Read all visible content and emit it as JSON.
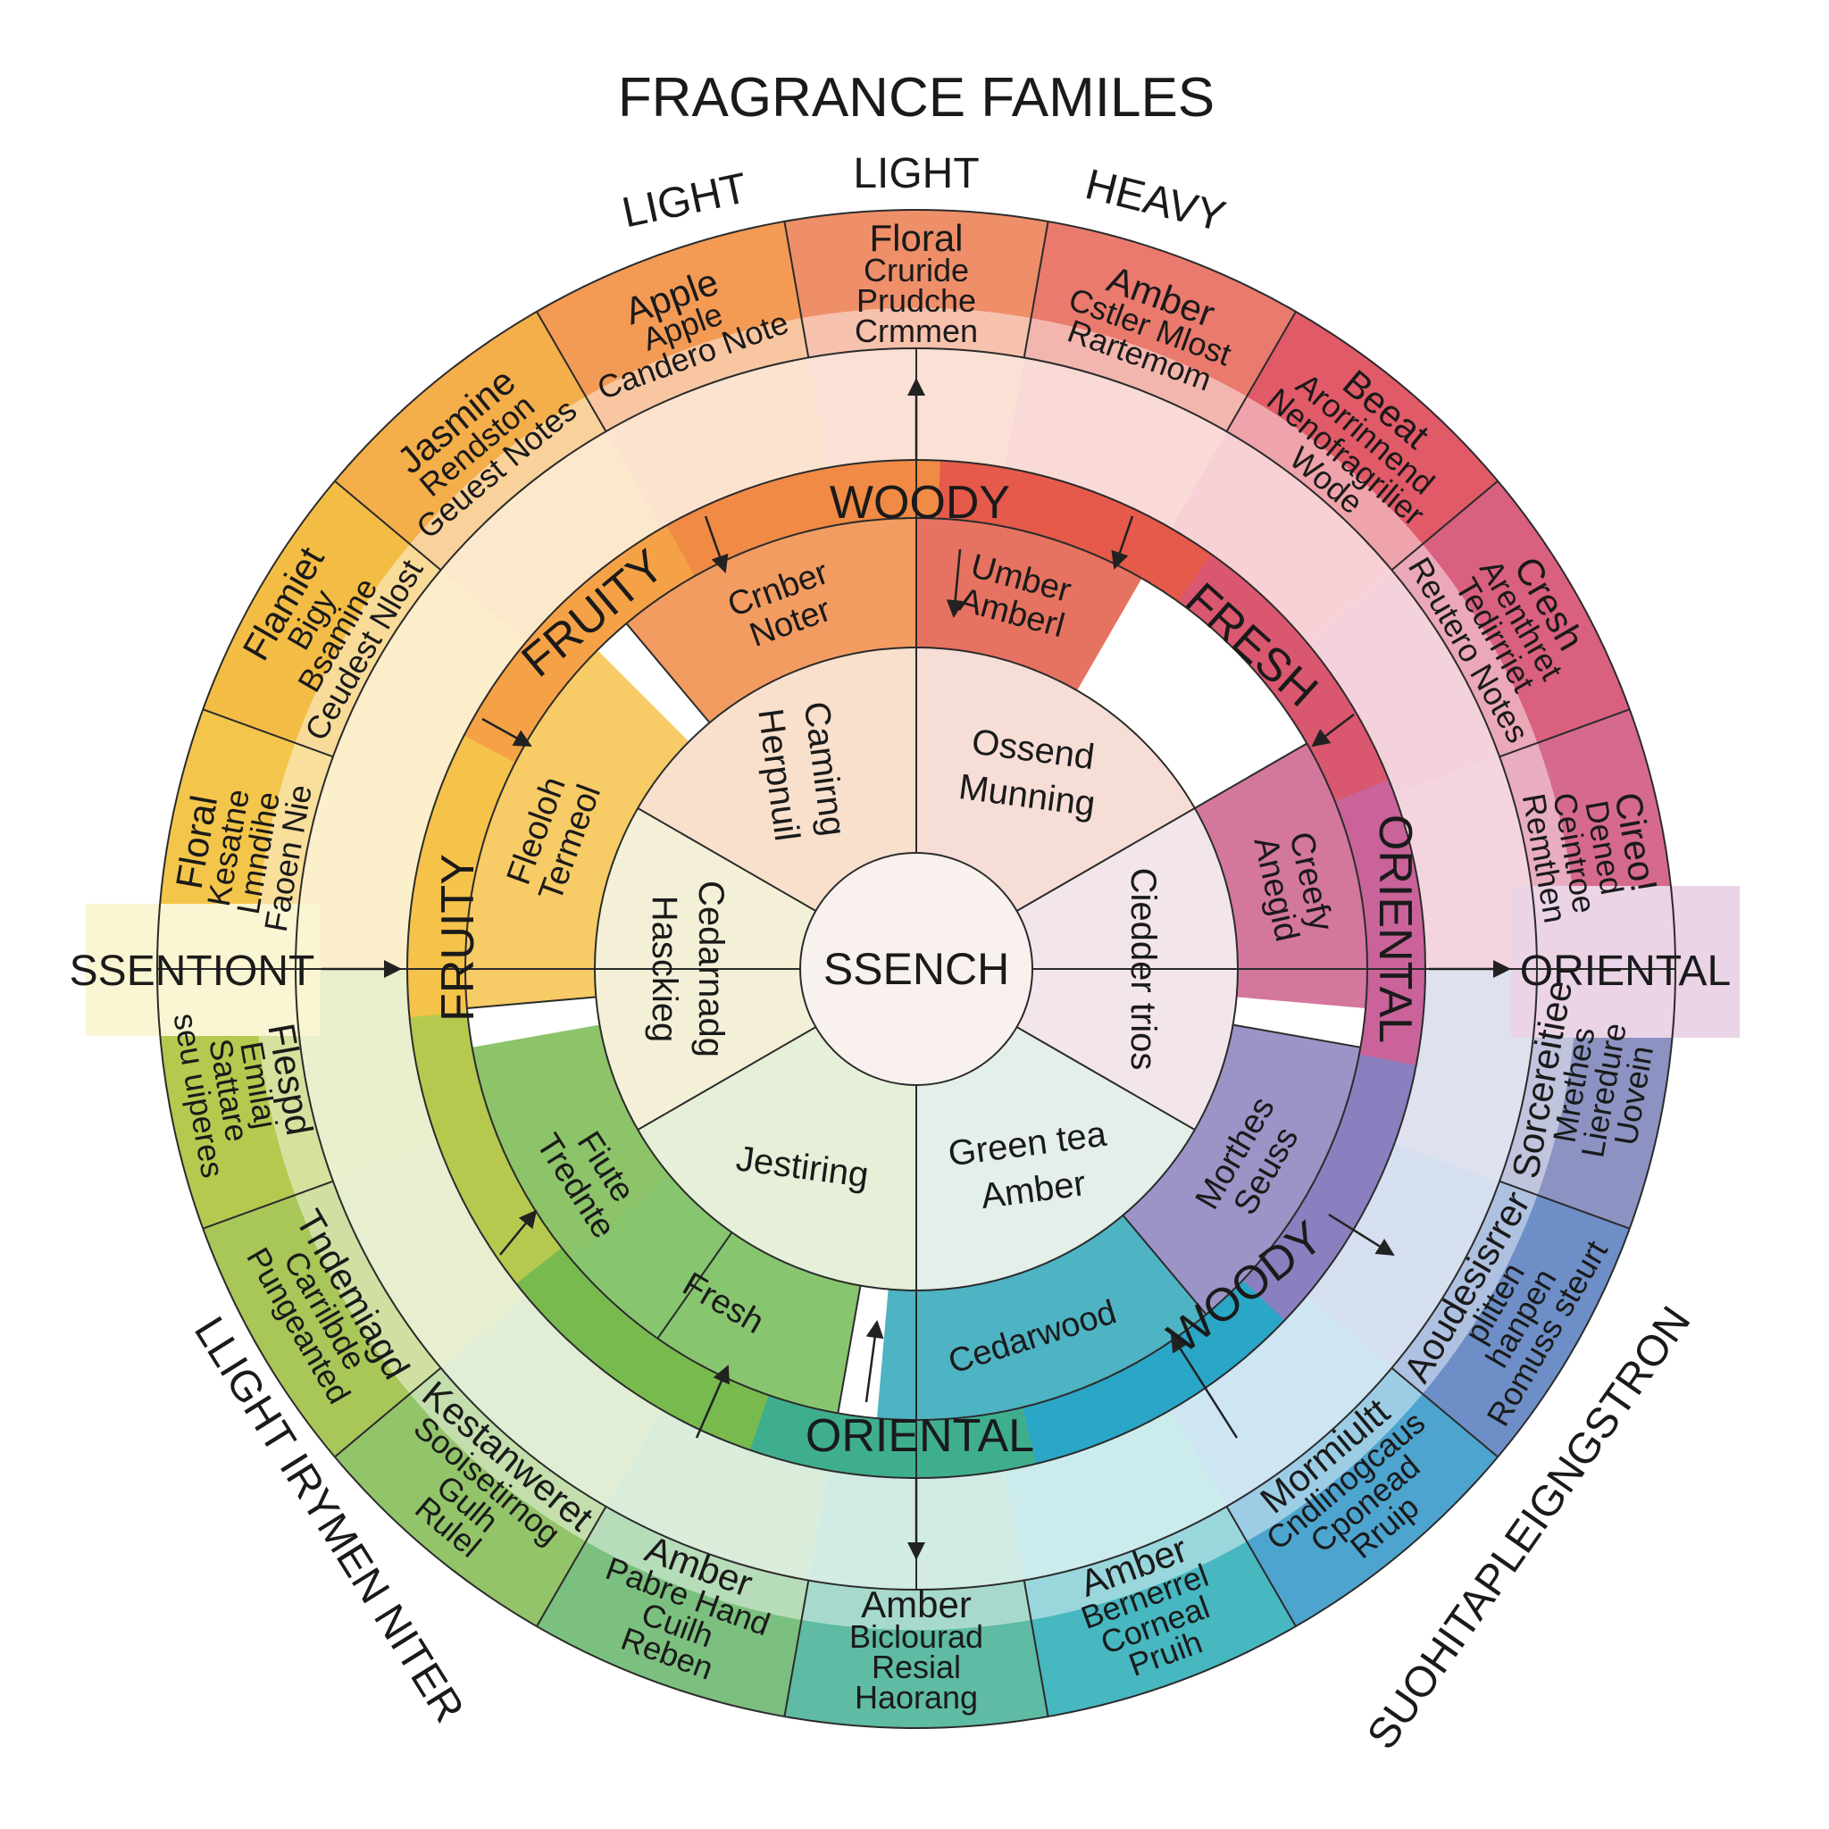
{
  "title": "FRAGRANCE FAMILES",
  "edge_labels": {
    "top_left": "LIGHT",
    "top": "LIGHT",
    "top_right": "HEAVY",
    "bottom_left": "LLIGHT IRYMEN NITER",
    "bottom_right": "SUOHITAPLEIGNGSTRON"
  },
  "side_labels": {
    "left": "SSENTIONT",
    "right": "ORIENTAL"
  },
  "center_label": "SSENCH",
  "ring_labels": [
    "WOODY",
    "FRESH",
    "ORIENTAL",
    "ORIENTAL",
    "WOODY",
    "FRUITY",
    "FRUITY"
  ],
  "outer_segments": [
    {
      "lines": [
        "Floral",
        "Cruride",
        "Prudche",
        "Crmmen"
      ],
      "color": "#ee8f6a"
    },
    {
      "lines": [
        "Amber",
        "Cstler Mlost",
        "Rartemom"
      ],
      "color": "#ea7a6e"
    },
    {
      "lines": [
        "Beeat",
        "Arorrinnend",
        "Nenofragrilier",
        "Wode"
      ],
      "color": "#e15a68"
    },
    {
      "lines": [
        "Cresh",
        "Arenthret",
        "Tedirrriet",
        "Reutero Notes"
      ],
      "color": "#d9607f"
    },
    {
      "lines": [
        "Cireo!",
        "Dened",
        "Ceintroe",
        "Remthen"
      ],
      "color": "#d66a8d"
    },
    {
      "lines": [
        "Sorcereitiee",
        "Mrethes",
        "Lieredure",
        "Uovein"
      ],
      "color": "#8c93c2"
    },
    {
      "lines": [
        "Aoudesisrrer",
        "plitten",
        "hanpen",
        "Romuss steurt"
      ],
      "color": "#6d8ec6"
    },
    {
      "lines": [
        "Mormiultt",
        "Cndlinogcaus",
        "Cponead",
        "Rruip"
      ],
      "color": "#4da4cf"
    },
    {
      "lines": [
        "Amber",
        "Bernerrel",
        "Corneal",
        "Pruih"
      ],
      "color": "#47b7c0"
    },
    {
      "lines": [
        "Amber",
        "Biclourad",
        "Resial",
        "Haorang"
      ],
      "color": "#5fbba3"
    },
    {
      "lines": [
        "Amber",
        "Pabre Hand",
        "Cuilh",
        "Reben"
      ],
      "color": "#7cc07f"
    },
    {
      "lines": [
        "Kestanweret",
        "Sooisetirnog",
        "Gulh",
        "Rulel"
      ],
      "color": "#93c46a"
    },
    {
      "lines": [
        "Tndemiagd",
        "Carrilbde",
        "Pungeanted"
      ],
      "color": "#a9c658"
    },
    {
      "lines": [
        "Flespd",
        "Emilaj",
        "Sattare",
        "seu uiperes"
      ],
      "color": "#b5c94f"
    },
    {
      "lines": [
        "Floral",
        "Kesatne",
        "Lmndihe",
        "Faoen Nie"
      ],
      "color": "#f3c54a"
    },
    {
      "lines": [
        "Flamiet",
        "Bigy",
        "Bsamine",
        "Ceudest Nlost"
      ],
      "color": "#f3bd45"
    },
    {
      "lines": [
        "Jasmine",
        "Rendston",
        "Geuest Notes"
      ],
      "color": "#f4ae4a"
    },
    {
      "lines": [
        "Apple",
        "Apple",
        "Candero Note"
      ],
      "color": "#f39a55"
    }
  ],
  "mid_segments": [
    {
      "lines": [
        "Umber",
        "Amberl"
      ],
      "color": "#e25a45"
    },
    {
      "lines": [
        "Crnber",
        "Noter"
      ],
      "color": "#f08a45"
    },
    {
      "lines": [
        "Fleoloh",
        "Termeol"
      ],
      "color": "#f5c24a"
    },
    {
      "lines": [
        "Fiute",
        "Trednte"
      ],
      "color": "#79b84e"
    },
    {
      "lines": [
        "Morthes",
        "Seuss"
      ],
      "color": "#8a80bd"
    },
    {
      "lines": [
        "Creefy",
        "Anegid"
      ],
      "color": "#cc5f8c"
    },
    {
      "lines": [
        "Fresh"
      ],
      "color": "#73bb55"
    },
    {
      "lines": [
        "Cedarwood"
      ],
      "color": "#2fa6b8"
    }
  ],
  "inner_segments": [
    {
      "lines": [
        "Ossend",
        "Munning"
      ]
    },
    {
      "lines": [
        "Ciedder trios"
      ]
    },
    {
      "lines": [
        "Green tea",
        "Amber"
      ]
    },
    {
      "lines": [
        "Jestiring"
      ]
    },
    {
      "lines": [
        "Cedarnadg",
        "Hasckieg"
      ]
    },
    {
      "lines": [
        "Camirng",
        "Herpnuil"
      ]
    }
  ]
}
